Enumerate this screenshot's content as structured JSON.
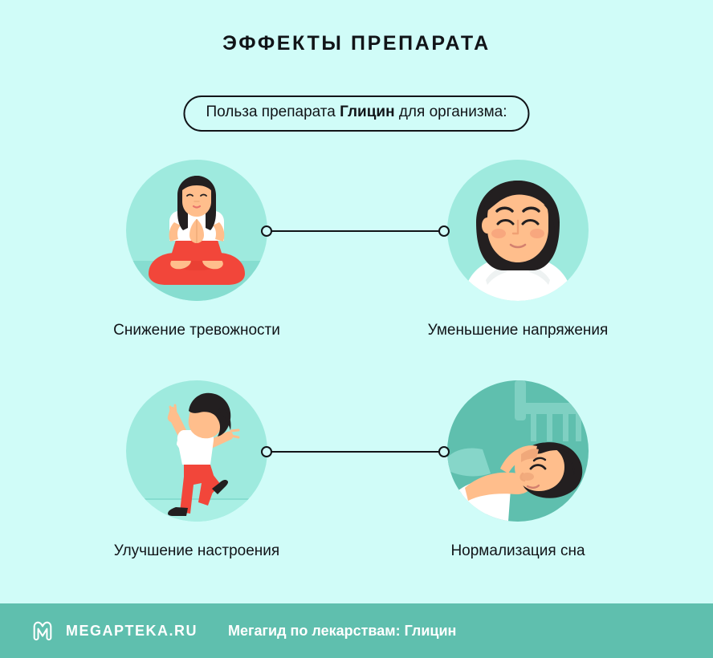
{
  "header": {
    "title": "ЭФФЕКТЫ ПРЕПАРАТА",
    "pill_prefix": "Польза препарата ",
    "pill_drug": "Глицин",
    "pill_suffix": " для организма:"
  },
  "benefits": [
    {
      "label": "Снижение тревожности",
      "illustration": "woman-meditating-lotus-pose",
      "circle_color": "#9eeade"
    },
    {
      "label": "Уменьшение напряжения",
      "illustration": "woman-relaxed-face-closed-eyes",
      "circle_color": "#9eeade"
    },
    {
      "label": "Улучшение настроения",
      "illustration": "woman-jumping-joyfully",
      "circle_color": "#9eeade"
    },
    {
      "label": "Нормализация сна",
      "illustration": "woman-sleeping-in-bed",
      "circle_color": "#5fbfae"
    }
  ],
  "footer": {
    "brand": "MEGAPTEKA.RU",
    "note": "Мегагид по лекарствам: Глицин",
    "logo": "megapteka-m-logo",
    "background_color": "#5fbfae"
  },
  "theme": {
    "background": "#d0fcf8",
    "circle_mint": "#9eeade",
    "circle_teal": "#5fbfae",
    "ink": "#111418",
    "skin": "#ffbe8c",
    "hair": "#231f20",
    "shirt": "#ffffff",
    "pants": "#f2463a"
  }
}
